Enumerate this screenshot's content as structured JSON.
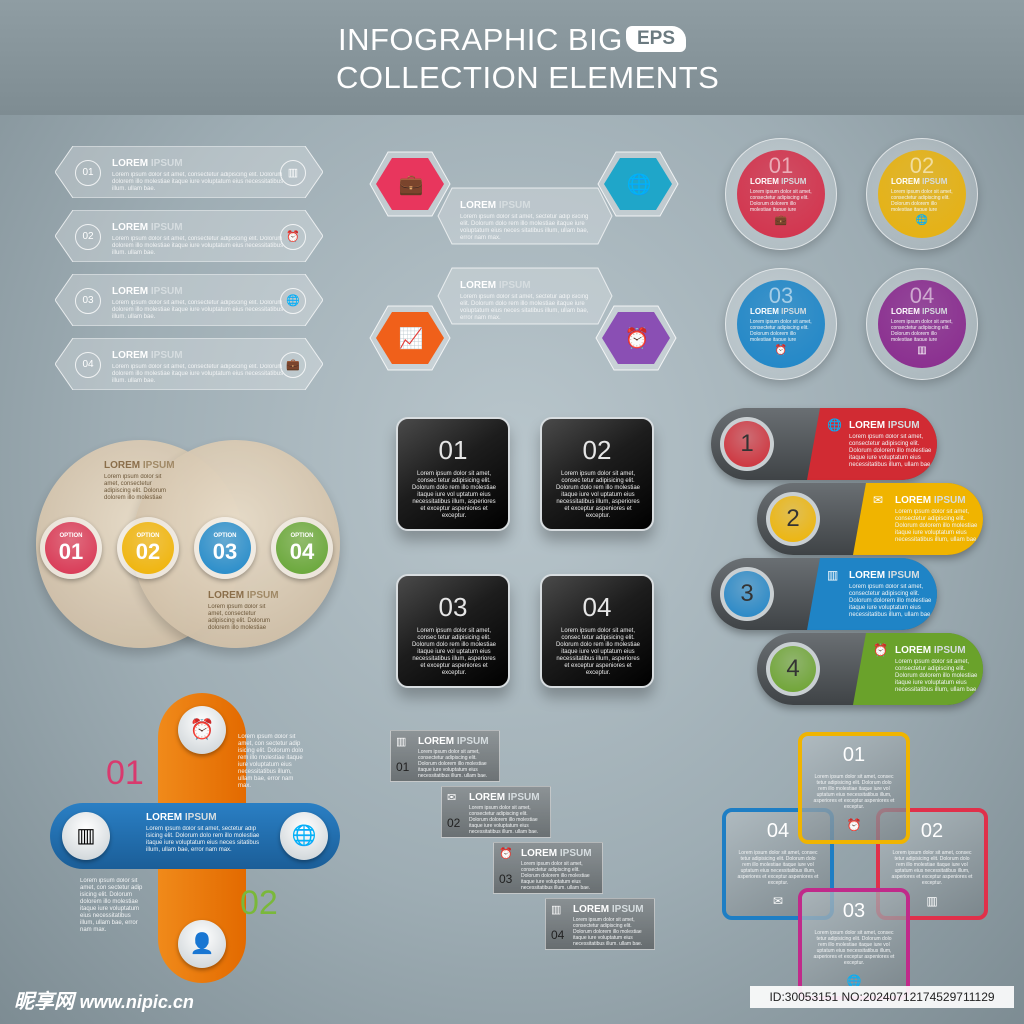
{
  "header": {
    "title_line1": "INFOGRAPHIC  BIG",
    "badge": "EPS",
    "title_line2": "COLLECTION ELEMENTS"
  },
  "common": {
    "lorem_a": "LOREM",
    "lorem_b": "IPSUM",
    "tiny_text": "Lorem ipsum dolor sit amet, consectetur adipiscing elit. Dolorum dolorem illo molestiae itaque iure voluptatum eius necessitatibus illum, ullam bae.",
    "body_text": "Lorem ipsum dolor sit amet, sectetur adip isicing elit. Dolorum dolo rem illo molestiae itaque iure voluptatum eius neces sitatibus illum, ullam bae, error nam max.",
    "square_text": "Lorem ipsum dolor sit amet, consec tetur adipisicing elit. Dolorum dolo rem illo molestiae itaque iure vol uptatum eius necessitatibus illum, asperiores et exceptur aspeniores et exceptur."
  },
  "glass_bars": [
    {
      "num": "01",
      "icon": "chart-icon",
      "glyph": "▥"
    },
    {
      "num": "02",
      "icon": "alarm-icon",
      "glyph": "⏰"
    },
    {
      "num": "03",
      "icon": "globe-icon",
      "glyph": "🌐"
    },
    {
      "num": "04",
      "icon": "briefcase-icon",
      "glyph": "💼"
    }
  ],
  "hexagons": [
    {
      "icon": "briefcase-icon",
      "glyph": "💼",
      "color": "#e8365d"
    },
    {
      "icon": "globe-icon",
      "glyph": "🌐",
      "color": "#1fa6c9"
    },
    {
      "icon": "chart-icon",
      "glyph": "📈",
      "color": "#f0601a"
    },
    {
      "icon": "alarm-icon",
      "glyph": "⏰",
      "color": "#8a4fb4"
    }
  ],
  "glass_circles": [
    {
      "num": "01",
      "color": "#d4304a",
      "glyph": "💼"
    },
    {
      "num": "02",
      "color": "#e8b20e",
      "glyph": "🌐"
    },
    {
      "num": "03",
      "color": "#1e86c8",
      "glyph": "⏰"
    },
    {
      "num": "04",
      "color": "#8a2a8e",
      "glyph": "▥"
    }
  ],
  "black_squares": [
    "01",
    "02",
    "03",
    "04"
  ],
  "pills": [
    {
      "num": "1",
      "color": "#d12b33",
      "ball": "#cf2a34",
      "glyph": "🌐"
    },
    {
      "num": "2",
      "color": "#f0b400",
      "ball": "#f0b400",
      "glyph": "✉"
    },
    {
      "num": "3",
      "color": "#1f84c6",
      "ball": "#1f84c6",
      "glyph": "▥"
    },
    {
      "num": "4",
      "color": "#6aa22b",
      "ball": "#6aa22b",
      "glyph": "⏰"
    }
  ],
  "options": [
    {
      "label": "OPTION",
      "num": "01",
      "color": "#d8304f"
    },
    {
      "label": "OPTION",
      "num": "02",
      "color": "#f0b200"
    },
    {
      "label": "OPTION",
      "num": "03",
      "color": "#1e88c9"
    },
    {
      "label": "OPTION",
      "num": "04",
      "color": "#62a431"
    }
  ],
  "cross": {
    "num1": "01",
    "num2": "02",
    "num1_color": "#d83a6e",
    "num2_color": "#7ab83a",
    "body_text_1": "Lorem ipsum dolor sit amet, con sectetur adip isicing elit. Dolorum dolo rem illo molestiae itaque iure voluptatum eius necessitatibus illum, ullam bae, error nam max.",
    "body_text_2": "Lorem ipsum dolor sit amet, con sectetur adip isicing elit. Dolorum dolorem illo molestiae itaque iure voluptatum eius necessitatibus illum, ullam bae, error nam max."
  },
  "ribbons": [
    {
      "num": "01",
      "glyph": "▥"
    },
    {
      "num": "02",
      "glyph": "✉"
    },
    {
      "num": "03",
      "glyph": "⏰"
    },
    {
      "num": "04",
      "glyph": "▥"
    }
  ],
  "color_squares": [
    {
      "num": "01",
      "color": "#f0b400",
      "glyph": "⏰"
    },
    {
      "num": "02",
      "color": "#e0304a",
      "glyph": "▥"
    },
    {
      "num": "03",
      "color": "#c02a8a",
      "glyph": "🌐"
    },
    {
      "num": "04",
      "color": "#1e7ec4",
      "glyph": "✉"
    }
  ],
  "watermark": {
    "left_cn": "昵享网",
    "left_url": "www.nipic.cn",
    "right": "ID:30053151 NO:20240712174529711129"
  }
}
